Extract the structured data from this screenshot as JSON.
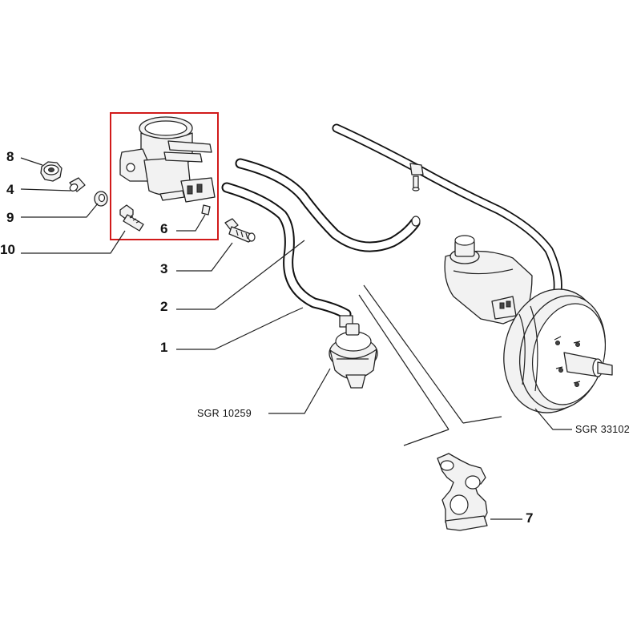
{
  "callouts": {
    "p8": "8",
    "p4": "4",
    "p9": "9",
    "p10": "10",
    "p6": "6",
    "p3": "3",
    "p2": "2",
    "p1": "1",
    "p7": "7"
  },
  "references": {
    "vacuum_valve": "SGR 10259",
    "brake_servo": "SGR 33102"
  },
  "highlight_color": "#d11a1a"
}
